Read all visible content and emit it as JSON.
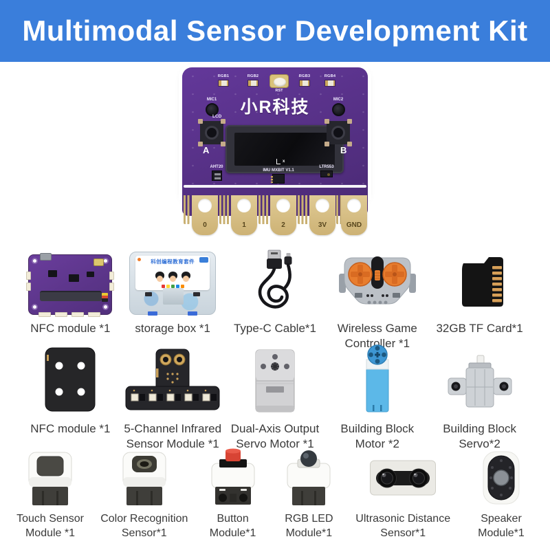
{
  "header": {
    "title": "Multimodal Sensor Development Kit"
  },
  "colors": {
    "header_bg": "#3a7edb",
    "board_purple": "#59328a",
    "pad_gold": "#d5be85",
    "label_text": "#3a3a3a",
    "accent_orange": "#e87d2e",
    "box_blue": "#3a7fd9"
  },
  "board": {
    "brand": "小R科技",
    "rgb_labels": [
      "RGB1",
      "RGB2",
      "RGB3",
      "RGB4"
    ],
    "rst_label": "RST",
    "mic1_label": "MIC1",
    "mic2_label": "MIC2",
    "lcd_label": "LCD",
    "button_a_label": "A",
    "button_b_label": "B",
    "aht20_label": "AHT20",
    "imu_label": "IMU  MXBIT  V1.1",
    "axis_label": "x",
    "ltr553_label": "LTR553",
    "pin_labels": [
      "0",
      "1",
      "2",
      "3V",
      "GND"
    ]
  },
  "rows": [
    {
      "items": [
        {
          "name": "nfc-expansion-board",
          "label": "NFC module *1"
        },
        {
          "name": "storage-box",
          "label": "storage box *1",
          "box_title": "科创编程教育套件"
        },
        {
          "name": "type-c-cable",
          "label": "Type-C Cable*1"
        },
        {
          "name": "wireless-game-controller",
          "label": "Wireless Game Controller *1"
        },
        {
          "name": "tf-card",
          "label": "32GB TF Card*1"
        }
      ]
    },
    {
      "items": [
        {
          "name": "nfc-module",
          "label": "NFC module *1"
        },
        {
          "name": "five-channel-infrared-sensor",
          "label": "5-Channel Infrared Sensor Module *1"
        },
        {
          "name": "dual-axis-servo-motor",
          "label": "Dual-Axis Output Servo Motor *1"
        },
        {
          "name": "building-block-motor",
          "label": "Building Block Motor *2"
        },
        {
          "name": "building-block-servo",
          "label": "Building Block Servo*2"
        }
      ]
    },
    {
      "items": [
        {
          "name": "touch-sensor-module",
          "label": "Touch Sensor Module *1"
        },
        {
          "name": "color-recognition-sensor",
          "label": "Color Recognition Sensor*1"
        },
        {
          "name": "button-module",
          "label": "Button Module*1"
        },
        {
          "name": "rgb-led-module",
          "label": "RGB LED Module*1"
        },
        {
          "name": "ultrasonic-distance-sensor",
          "label": "Ultrasonic Distance Sensor*1"
        },
        {
          "name": "speaker-module",
          "label": "Speaker Module*1"
        }
      ]
    }
  ]
}
